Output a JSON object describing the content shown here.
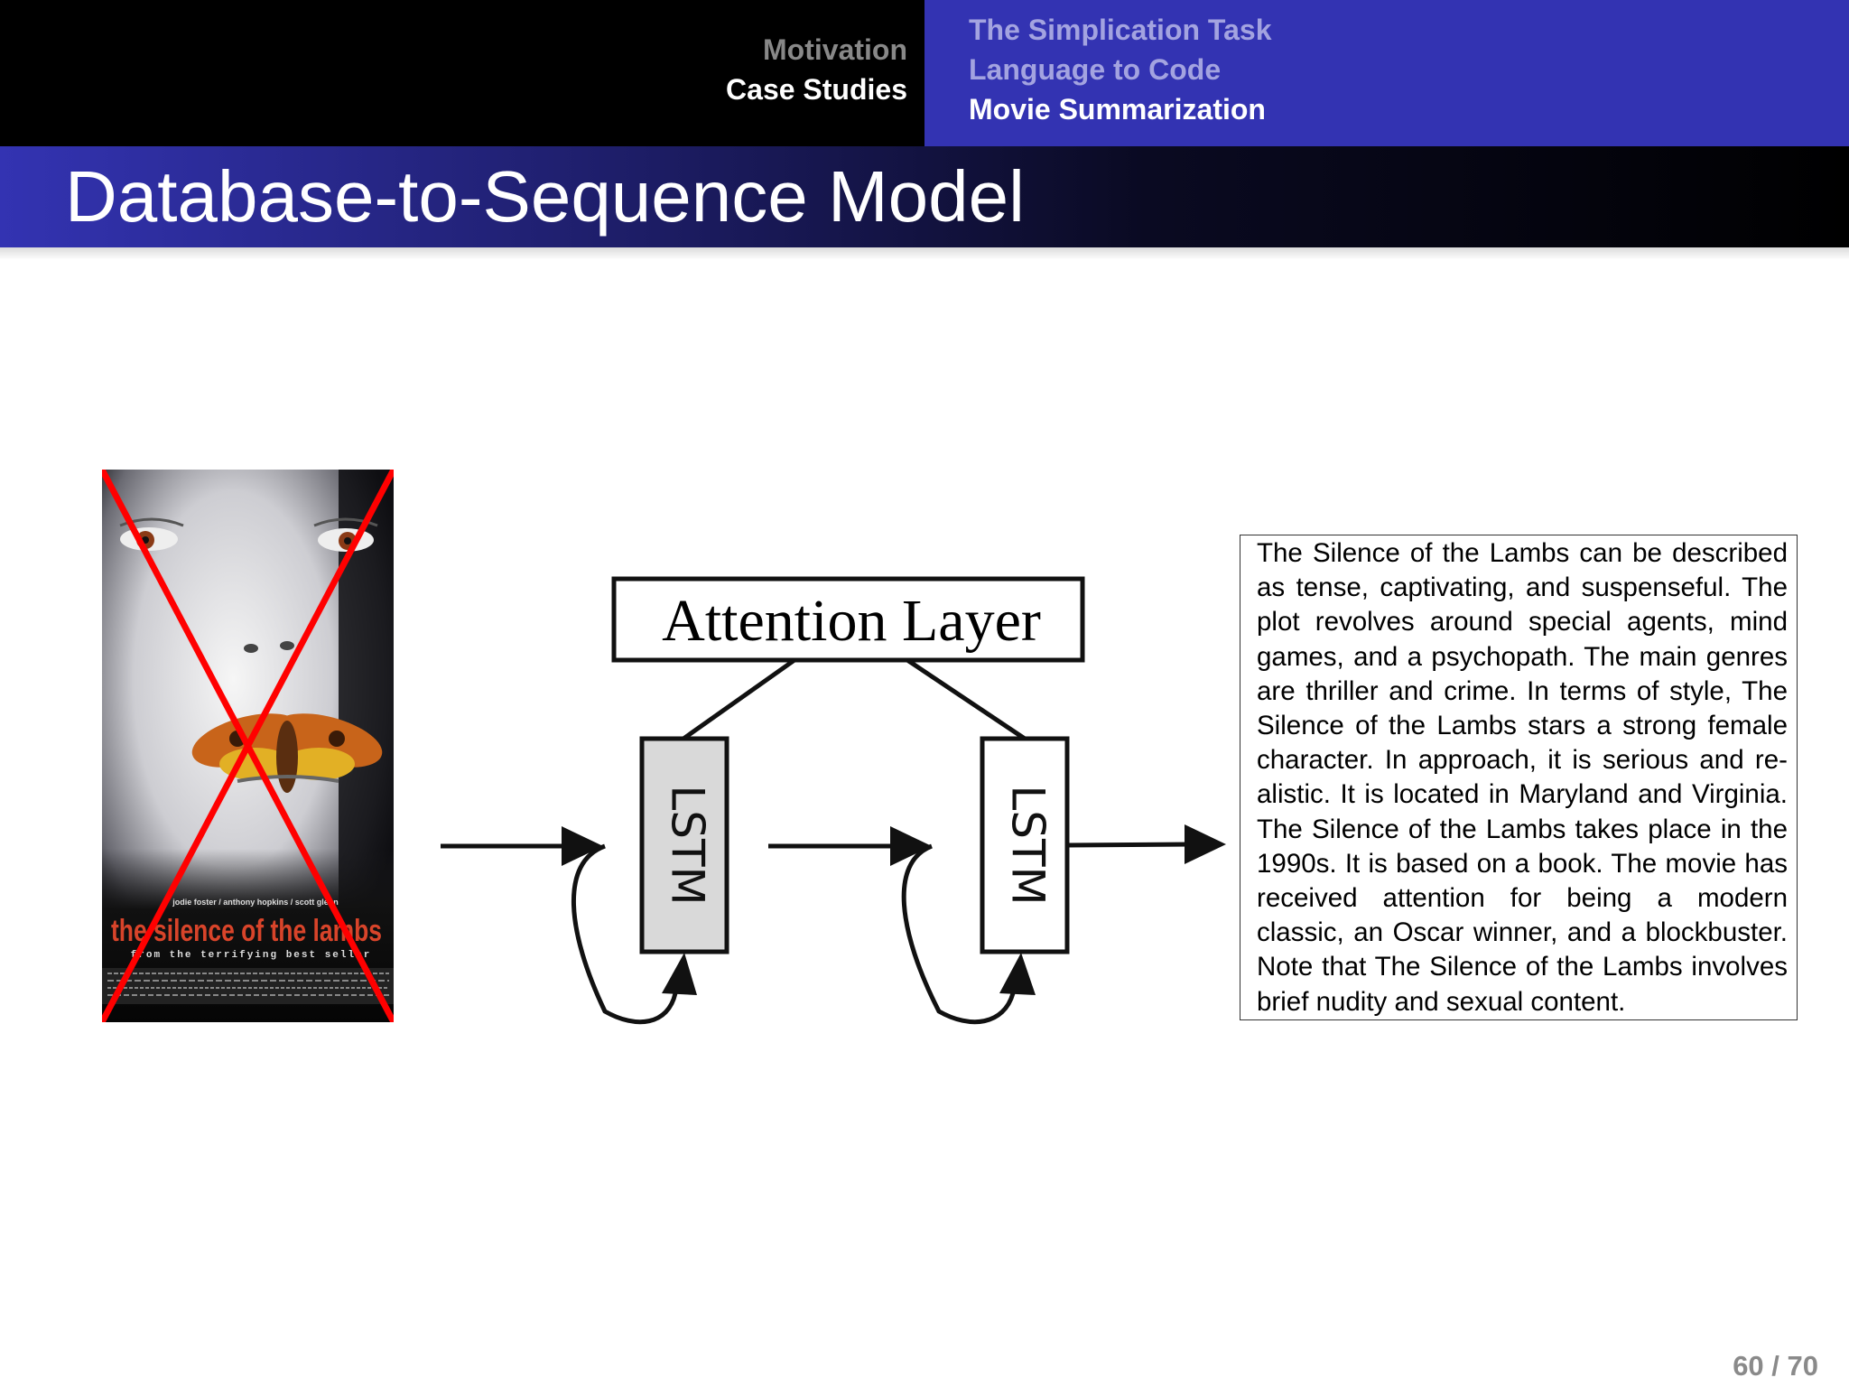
{
  "nav": {
    "sections": [
      {
        "label": "Motivation",
        "active": false
      },
      {
        "label": "Case Studies",
        "active": true
      }
    ],
    "subsections": [
      {
        "label": "The Simplication Task",
        "active": false
      },
      {
        "label": "Language to Code",
        "active": false
      },
      {
        "label": "Movie Summarization",
        "active": true
      }
    ]
  },
  "slide": {
    "title": "Database-to-Sequence Model",
    "page": "60 / 70"
  },
  "poster": {
    "credits": "jodie foster / anthony hopkins / scott glenn",
    "movie_title": "the silence of the lambs",
    "tagline": "from the terrifying best seller",
    "crossed_out": true
  },
  "diagram": {
    "attention_label": "Attention Layer",
    "cells": [
      {
        "label": "LSTM",
        "style": "shaded"
      },
      {
        "label": "LSTM",
        "style": "plain"
      }
    ]
  },
  "summary": {
    "text": "The Silence of the Lambs can be described as tense, captivating, and suspenseful. The plot revolves around special agents, mind games, and a psychopath. The main genres are thriller and crime. In terms of style, The Silence of the Lambs stars a strong female character. In approach, it is serious and re­alistic. It is located in Maryland and Virginia. The Silence of the Lambs takes place in the 1990s. It is based on a book. The movie has received attention for being a modern classic, an Oscar winner, and a blockbuster. Note that The Silence of the Lambs involves brief nudity and sexual content."
  },
  "colors": {
    "nav_active": "#ffffff",
    "nav_inactive_left": "#888888",
    "nav_inactive_right": "#a3a3e0",
    "header_right": "#3333b2",
    "cross": "#ff0000",
    "lstm_fill": "#d9d9d9"
  }
}
